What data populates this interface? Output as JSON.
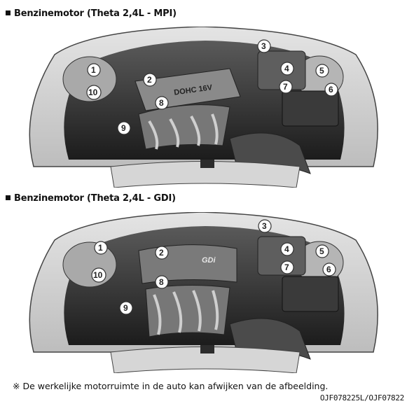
{
  "section_mpi": {
    "title": "Benzinemotor (Theta 2,4L - MPI)",
    "engine_cover_text": "DOHC 16V",
    "callouts": [
      "1",
      "2",
      "3",
      "4",
      "5",
      "6",
      "7",
      "8",
      "9",
      "10"
    ]
  },
  "section_gdi": {
    "title": "Benzinemotor (Theta 2,4L - GDI)",
    "engine_cover_text": "GDi",
    "callouts": [
      "1",
      "2",
      "3",
      "4",
      "5",
      "6",
      "7",
      "8",
      "9",
      "10"
    ]
  },
  "footnote": "※ De werkelijke motorruimte in de auto kan afwijken van de afbeelding.",
  "figure_code": "OJF078225L/OJF07822",
  "colors": {
    "background": "#ffffff",
    "text": "#111111",
    "engine_dark": "#2a2a2a",
    "engine_mid": "#6b6b6b",
    "engine_light": "#c9c9c9"
  }
}
